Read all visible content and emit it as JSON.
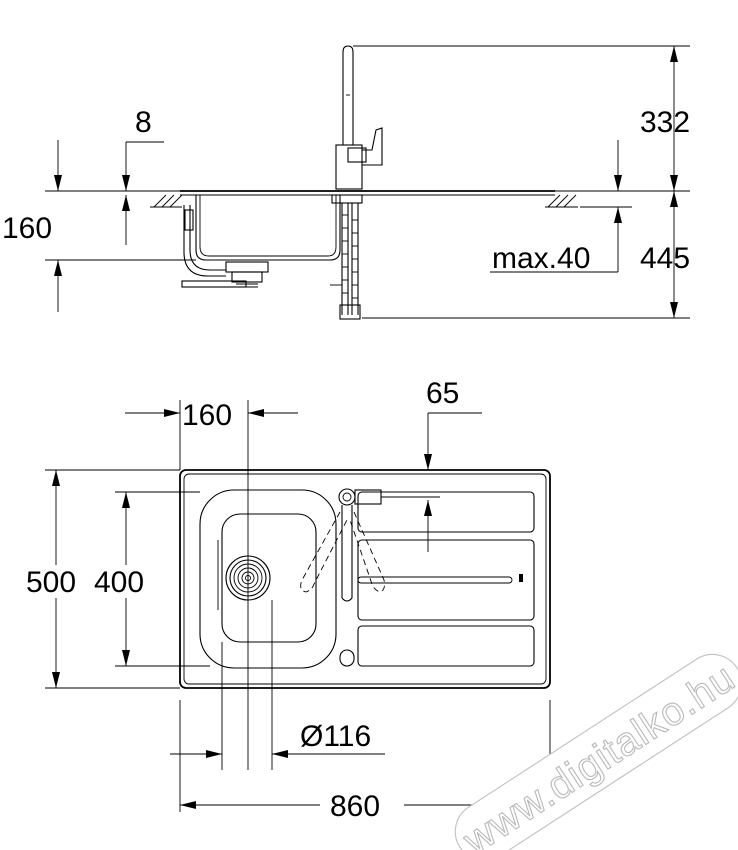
{
  "side_view": {
    "dim_8": "8",
    "dim_160": "160",
    "dim_332": "332",
    "dim_445": "445",
    "dim_max40": "max.40"
  },
  "top_view": {
    "dim_160": "160",
    "dim_65": "65",
    "dim_500": "500",
    "dim_400": "400",
    "dim_116": "Ø116",
    "dim_860": "860"
  },
  "watermark": "www.digitalko.hu"
}
